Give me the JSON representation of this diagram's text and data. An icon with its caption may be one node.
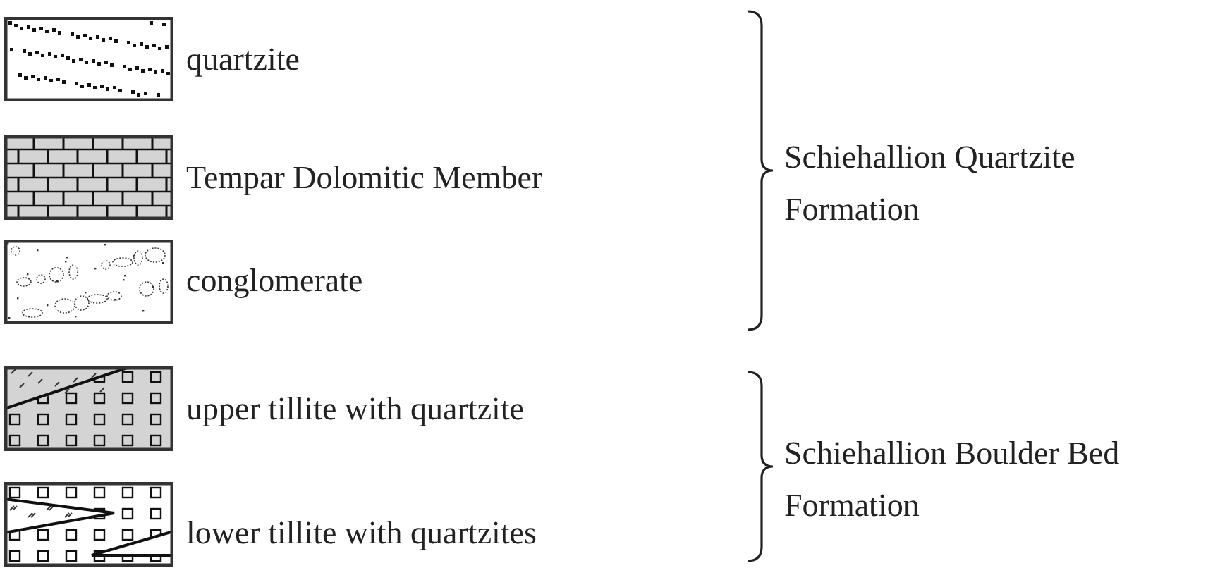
{
  "diagram": {
    "labels": [
      "Schiehallion Quartzite Formation",
      "Schiehallion Boulder Bed Formation"
    ],
    "legend": [
      {
        "text": "quartzite"
      },
      {
        "text": "Tempar Dolomitic Member"
      },
      {
        "text": "conglomerate"
      },
      {
        "text": "upper tillite with quartzite"
      },
      {
        "text": "lower tillite with quartzites"
      }
    ]
  }
}
